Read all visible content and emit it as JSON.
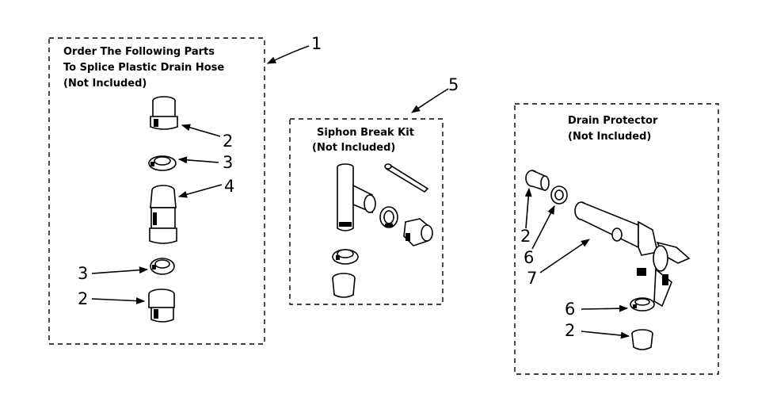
{
  "panels": {
    "splice": {
      "title_lines": [
        "Order The Following Parts",
        "To Splice Plastic Drain Hose",
        "(Not Included)"
      ],
      "ref": "1"
    },
    "siphon": {
      "title_lines": [
        "Siphon Break Kit",
        "(Not Included)"
      ],
      "ref": "5"
    },
    "drain": {
      "title_lines": [
        "Drain Protector",
        "(Not Included)"
      ]
    }
  },
  "callouts": {
    "splice": [
      "2",
      "3",
      "4",
      "3",
      "2"
    ],
    "drain": [
      "2",
      "6",
      "7",
      "6",
      "2"
    ]
  }
}
